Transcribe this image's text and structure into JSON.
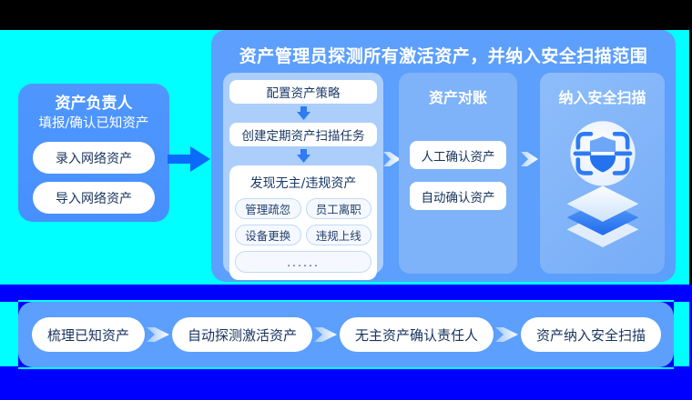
{
  "diagram": {
    "left_box": {
      "title": "资产负责人",
      "subtitle": "填报/确认已知资产",
      "items": [
        "录入网络资产",
        "导入网络资产"
      ]
    },
    "panel": {
      "title": "资产管理员探测所有激活资产，并纳入安全扫描范围",
      "pipeline": {
        "steps": [
          "配置资产策略",
          "创建定期资产扫描任务"
        ],
        "discover": {
          "title": "发现无主/违规资产",
          "tags": [
            "管理疏忽",
            "员工离职",
            "设备更换",
            "违规上线"
          ],
          "more": "......"
        }
      },
      "reconcile": {
        "title": "资产对账",
        "items": [
          "人工确认资产",
          "自动确认资产"
        ]
      },
      "scan": {
        "title": "纳入安全扫描",
        "icon": "shield-scan-icon"
      }
    },
    "bottom_flow": {
      "steps": [
        "梳理已知资产",
        "自动探测激活资产",
        "无主资产确认责任人",
        "资产纳入安全扫描"
      ]
    },
    "colors": {
      "canvas_black": "#000000",
      "halo_cyan": "#00ffff",
      "gap_blue": "#0000ff",
      "left_box_blue": "#4b93fe",
      "panel_blue": "#5c9ffc",
      "light_column_blue": "#abcefb",
      "mid_column_blue": "#7eb2f9",
      "flow_arrow_blue": "#0a6bfa",
      "step_arrow_blue": "#2f7bf2",
      "dark_text": "#1b3a66",
      "white": "#ffffff"
    }
  }
}
